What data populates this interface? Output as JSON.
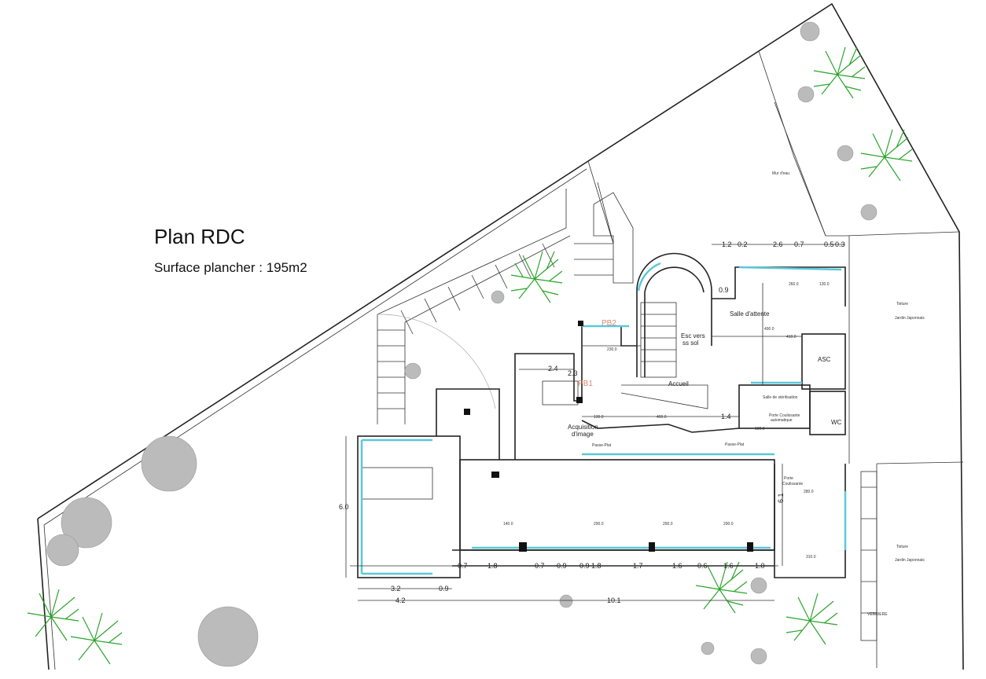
{
  "title": "Plan RDC",
  "subtitle": "Surface plancher : 195m2",
  "rooms": {
    "waiting": "Salle d'attente",
    "stairs_line1": "Esc vers",
    "stairs_line2": "ss sol",
    "reception": "Accueil",
    "sterilisation": "Salle de stérilisation",
    "auto_door_line1": "Porte Coulissante",
    "auto_door_line2": "automatique",
    "wc": "WC",
    "elevator": "ASC",
    "imaging_line1": "Acquisition",
    "imaging_line2": "d'image",
    "pass_through_1": "Passe-Plat",
    "pass_through_2": "Passe-Plat",
    "sliding_door_line1": "Porte",
    "sliding_door_line2": "Coulissante",
    "pb1": "PB1",
    "pb2": "PB2",
    "water_wall": "Mur d'eau",
    "roof_1": "Toiture",
    "garden_1": "Jardin Japonnais",
    "roof_2": "Toiture",
    "garden_2": "Jardin Japonnais",
    "glass_roof": "VERRIERE"
  },
  "dimensions": {
    "top": [
      "1.2",
      "0.2",
      "2.6",
      "0.7",
      "0.5",
      "0.3"
    ],
    "bottom_row": [
      "0.7",
      "1.8",
      "0.7",
      "0.9",
      "0.9",
      "1.8",
      "1.7",
      "1.6",
      "0.6",
      "1.6",
      "1.0"
    ],
    "left_row1": [
      "3.2",
      "0.9"
    ],
    "left_row2": [
      "4.2",
      "10.1"
    ],
    "left_height": "6.0",
    "right_height": "6.1",
    "misc": [
      "2.4",
      "2.3",
      "1.4",
      "0.9"
    ],
    "interior": [
      "230.0",
      "130.0",
      "400.0",
      "260.0",
      "410.0",
      "490.0",
      "290.0",
      "290.0",
      "290.0",
      "140.0",
      "310.0",
      "130.0",
      "100.0",
      "280.0"
    ]
  },
  "colors": {
    "glass": "#5bc8d8",
    "trees": "#2aa52a",
    "pb_labels": "#d88a70"
  }
}
